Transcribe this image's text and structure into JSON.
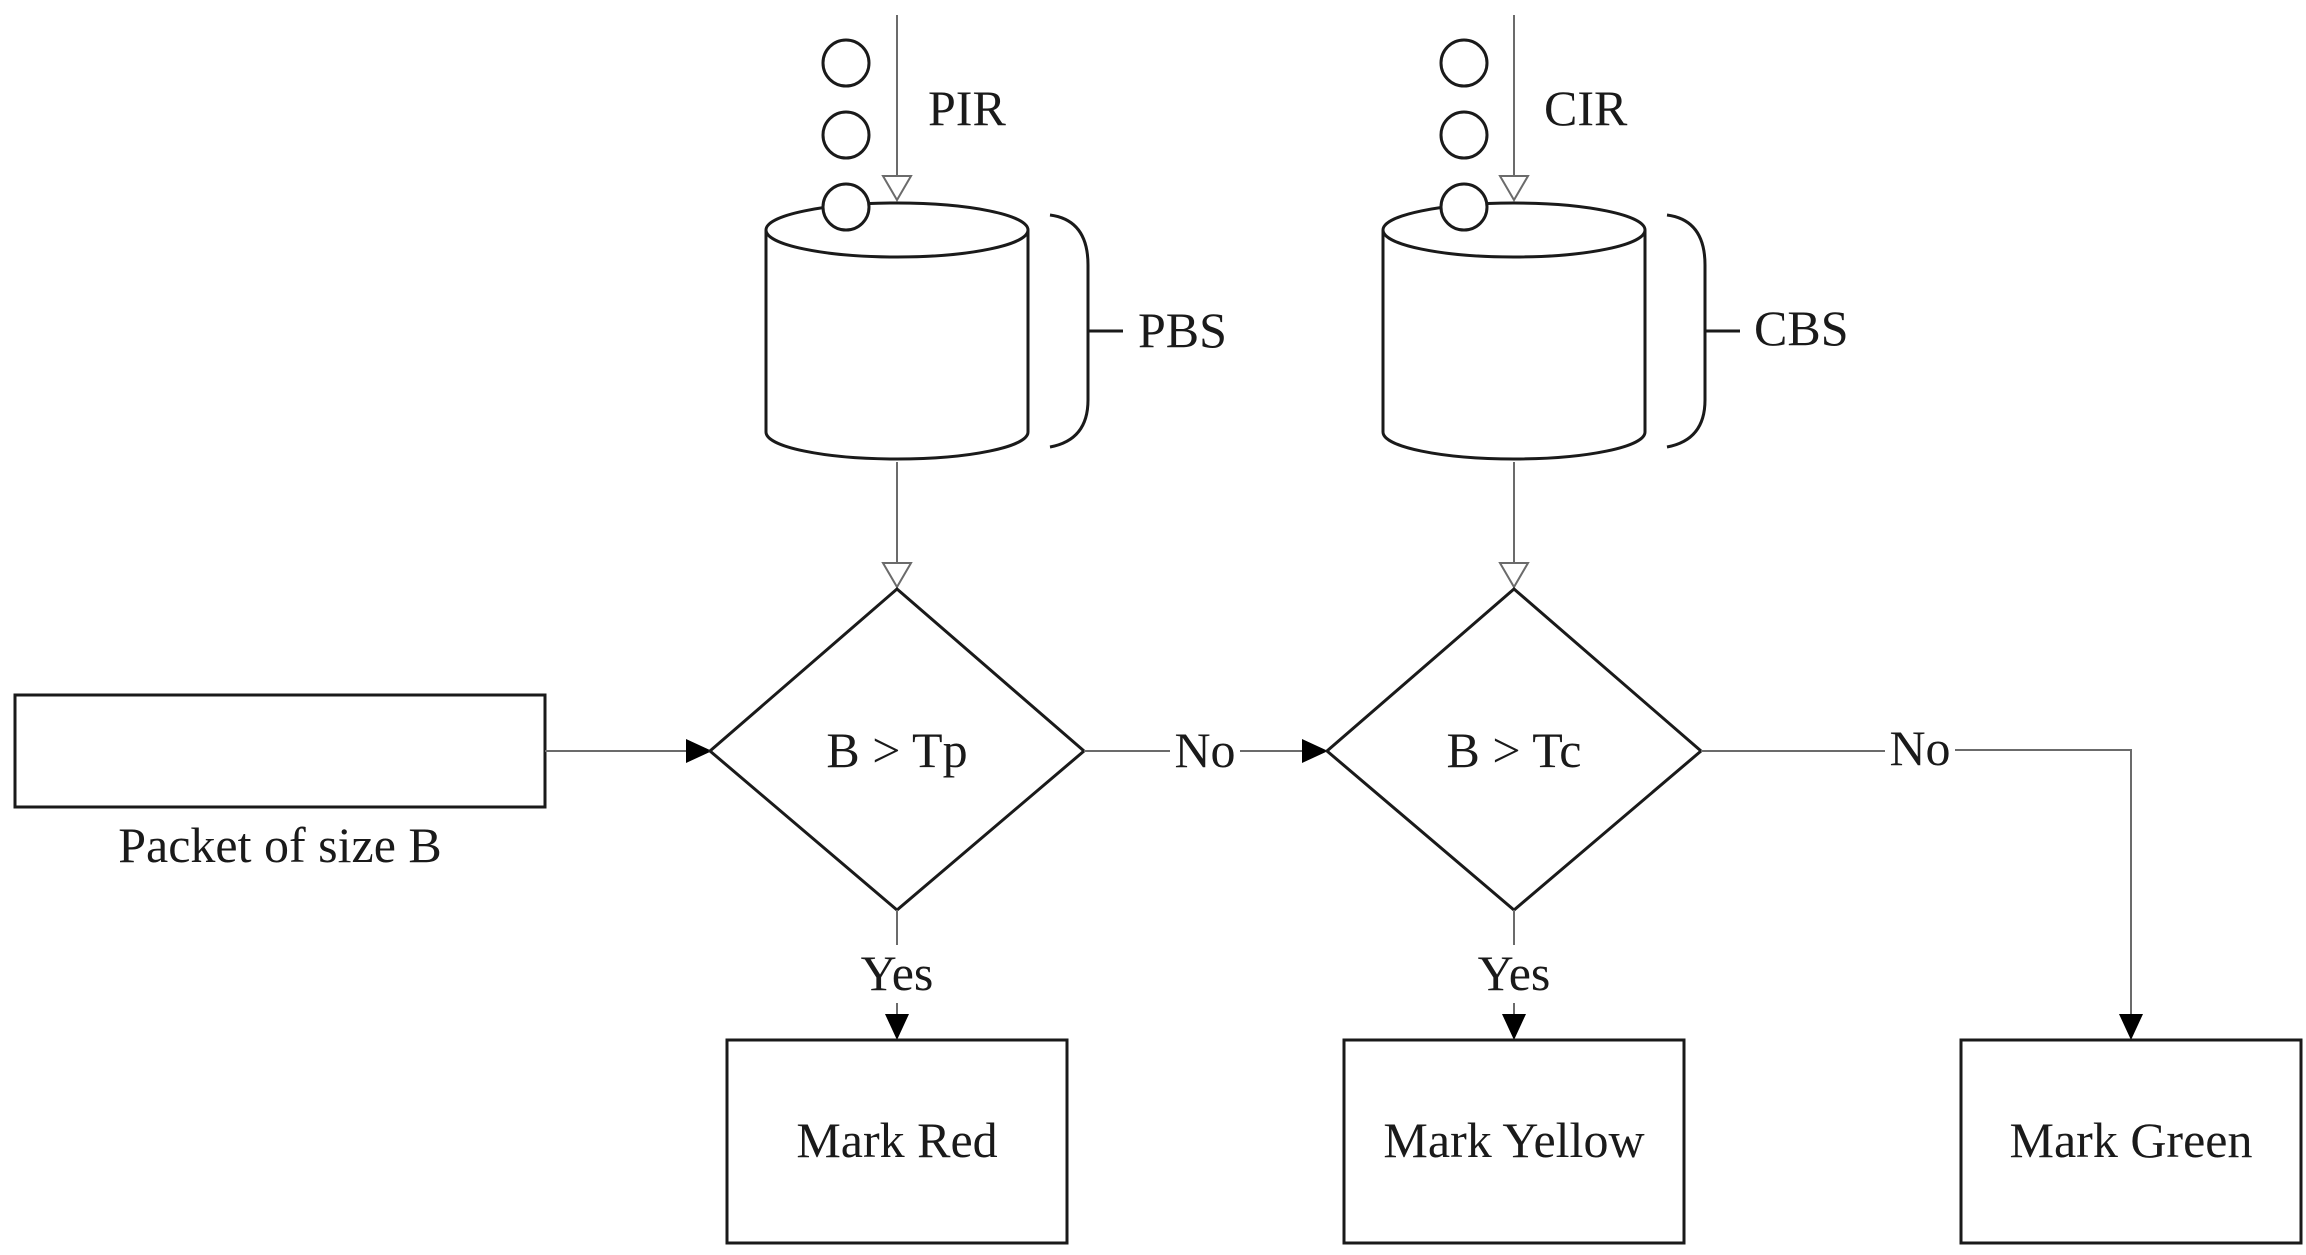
{
  "peak_bucket": {
    "rate_label": "PIR",
    "size_label": "PBS",
    "decision_label": "B > Tp",
    "yes_label": "Yes",
    "no_label": "No",
    "result_label": "Mark Red"
  },
  "committed_bucket": {
    "rate_label": "CIR",
    "size_label": "CBS",
    "decision_label": "B > Tc",
    "yes_label": "Yes",
    "no_label": "No",
    "result_label": "Mark Yellow"
  },
  "packet_label": "Packet of size B",
  "final_result_label": "Mark Green"
}
